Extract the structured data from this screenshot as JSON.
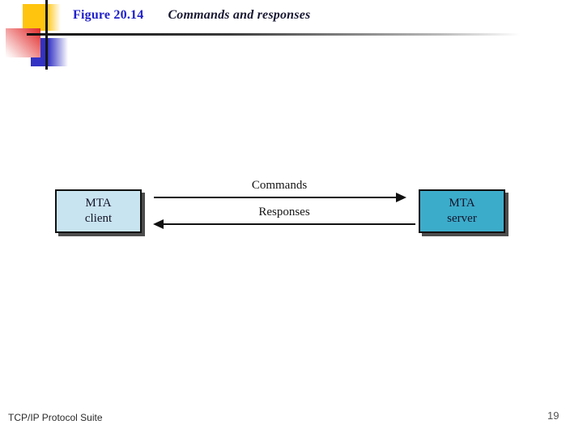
{
  "header": {
    "figure_label": "Figure 20.14",
    "figure_title": "Commands and responses"
  },
  "diagram": {
    "client_box": {
      "line1": "MTA",
      "line2": "client"
    },
    "server_box": {
      "line1": "MTA",
      "line2": "server"
    },
    "arrows": [
      {
        "label": "Commands",
        "direction": "right",
        "from": "MTA client",
        "to": "MTA server"
      },
      {
        "label": "Responses",
        "direction": "left",
        "from": "MTA server",
        "to": "MTA client"
      }
    ]
  },
  "footer": {
    "left_text": "TCP/IP Protocol Suite",
    "page_number": "19"
  },
  "colors": {
    "figure_label": "#2020cc",
    "figure_title": "#181833",
    "client_box_fill": "#c8e4f0",
    "server_box_fill": "#3caccb",
    "arrow": "#111111",
    "decor_yellow": "#ffc40d",
    "decor_red": "#e13434",
    "decor_blue": "#3232c4"
  }
}
